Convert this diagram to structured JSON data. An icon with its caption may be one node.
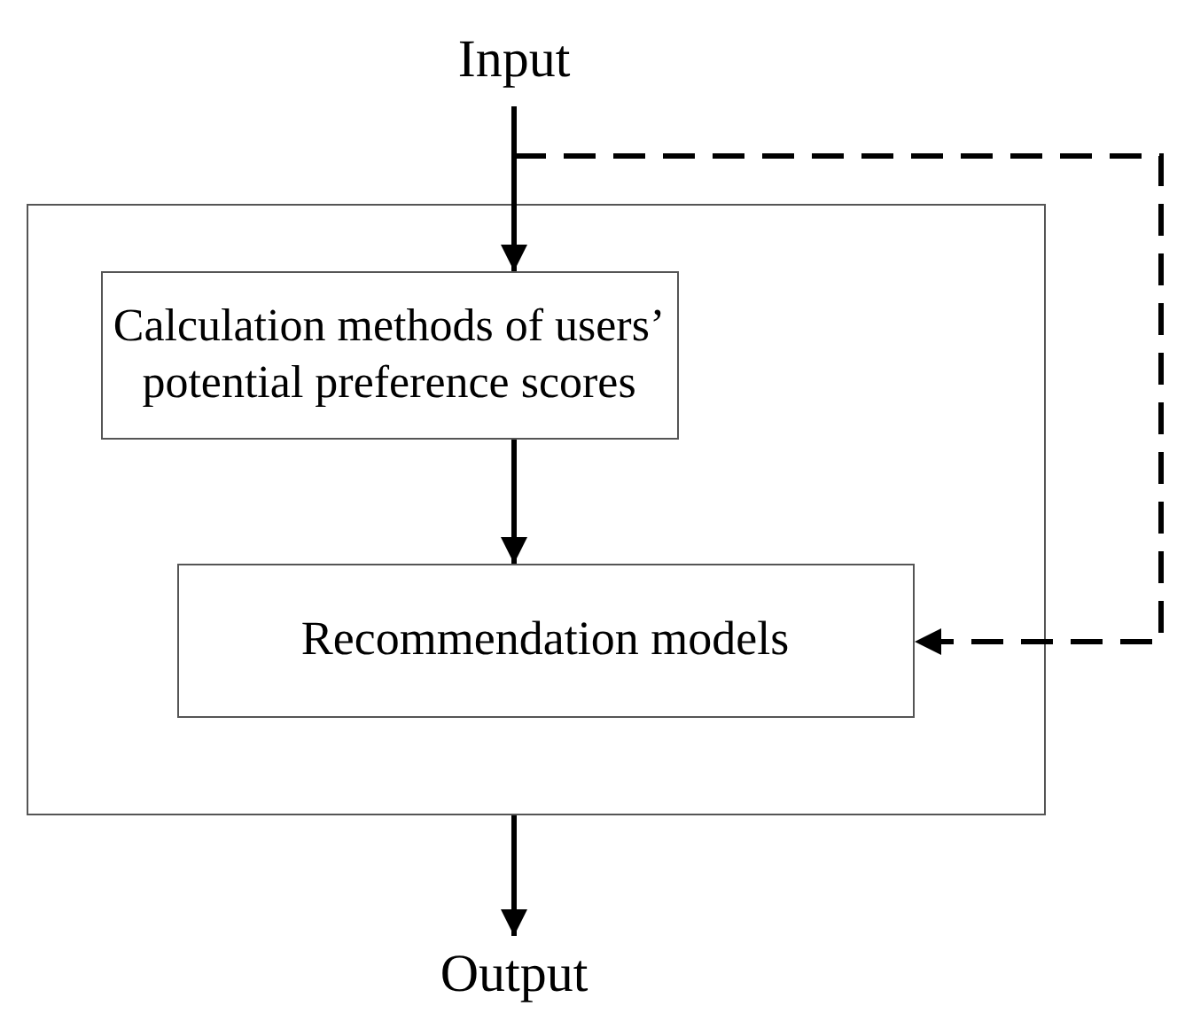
{
  "diagram": {
    "nodes": [
      {
        "text": [
          "Input"
        ]
      },
      {
        "text": [],
        "shape": "box"
      },
      {
        "text": [
          "Calculation methods of users’ potential preference scores"
        ],
        "in": 1
      },
      {
        "text": [
          "Recommendation models"
        ],
        "in": 1
      },
      {
        "text": [
          "Output"
        ]
      }
    ],
    "edges": [
      {
        "from": 0,
        "to": 2,
        "arrow": "to"
      },
      {
        "from": 2,
        "to": 3,
        "arrow": "to"
      },
      {
        "from": 1,
        "to": 4,
        "arrow": "to"
      },
      {
        "from": 0,
        "to": 3,
        "arrow": "to",
        "style": "dashed"
      }
    ]
  }
}
